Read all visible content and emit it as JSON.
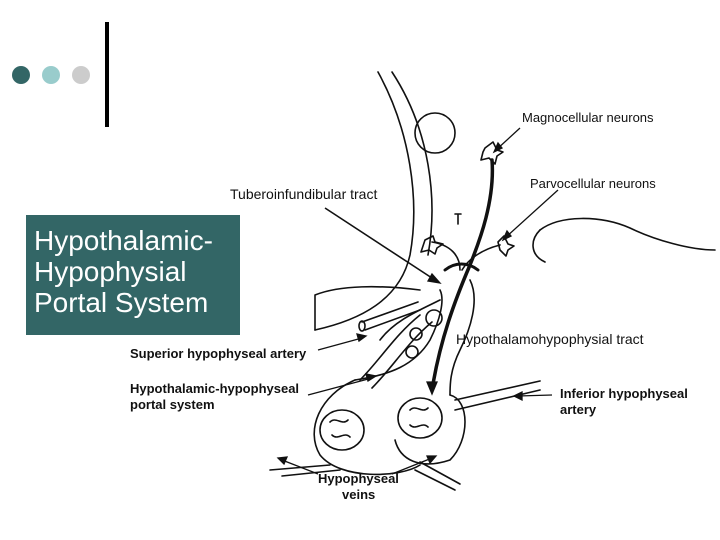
{
  "slide": {
    "title_lines": [
      "Hypothalamic-",
      "Hypophysial",
      "Portal System"
    ],
    "bullet_colors": [
      "#336666",
      "#99CCCC",
      "#CCCCCC"
    ]
  },
  "labels": {
    "tuberoinfundibular": "Tuberoinfundibular tract",
    "hypothalamohypophysial": "Hypothalamohypophysial tract",
    "magnocellular": "Magnocellular neurons",
    "parvocellular": "Parvocellular neurons",
    "superior_artery": "Superior hypophyseal artery",
    "portal_line1": "Hypothalamic-hypophyseal",
    "portal_line2": "portal system",
    "inferior_line1": "Inferior hypophyseal",
    "inferior_line2": "artery",
    "veins_line1": "Hypophyseal",
    "veins_line2": "veins"
  }
}
